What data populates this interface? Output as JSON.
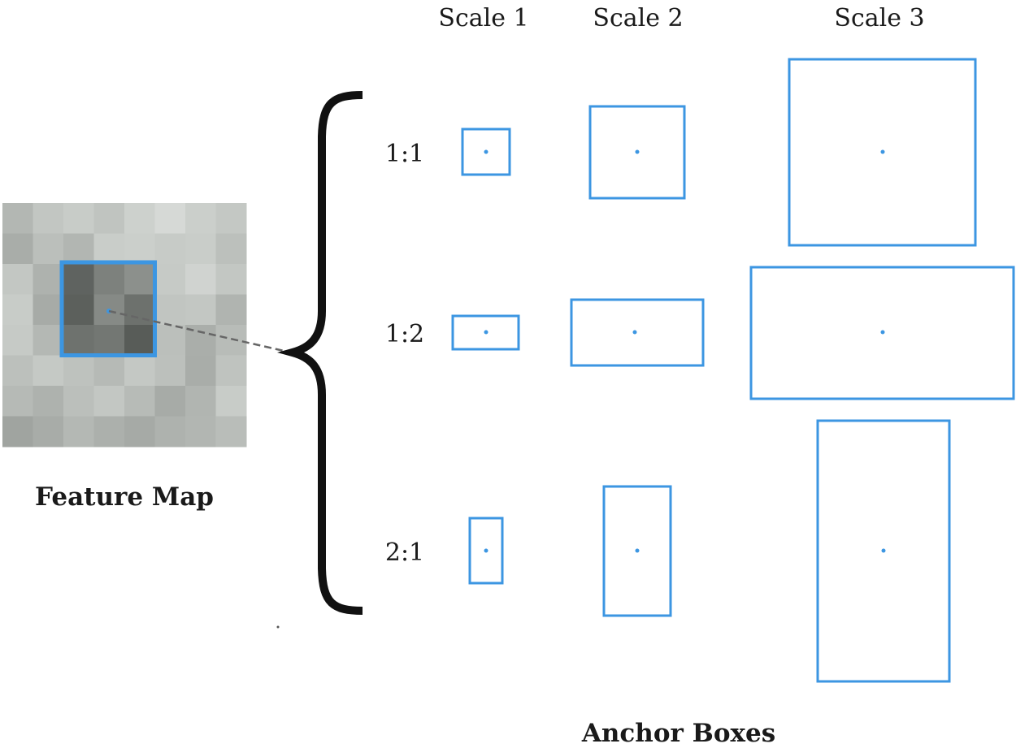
{
  "columns": [
    "Scale 1",
    "Scale 2",
    "Scale 3"
  ],
  "rows": [
    "1:1",
    "1:2",
    "2:1"
  ],
  "feature_map_label": "Feature Map",
  "anchor_boxes_label": "Anchor Boxes",
  "colors": {
    "anchor_box": "#3c96e2",
    "brace": "#111111",
    "text": "#1a1a1a",
    "connector": "#666666"
  },
  "feature_map": {
    "grid_size": 8,
    "highlight_size": 3,
    "shades": [
      [
        "#b3b7b3",
        "#c2c6c2",
        "#c8ccc8",
        "#c0c4c0",
        "#cdd1cd",
        "#d6d9d6",
        "#cbcfcb",
        "#c4c8c4"
      ],
      [
        "#a9ada9",
        "#bbbfbb",
        "#b2b6b2",
        "#c9cdc9",
        "#cbcfcb",
        "#c7cbc7",
        "#c9cdc9",
        "#bcc0bc"
      ],
      [
        "#c3c7c3",
        "#aeb2ae",
        "#5f6360",
        "#7d817d",
        "#8c908c",
        "#c6cac6",
        "#d0d3d0",
        "#c3c7c3"
      ],
      [
        "#c8ccc8",
        "#a7aba7",
        "#5c605c",
        "#868a86",
        "#6d716d",
        "#c1c5c1",
        "#c3c7c3",
        "#b0b4b0"
      ],
      [
        "#c6cac6",
        "#b4b8b4",
        "#6e726e",
        "#737773",
        "#585c58",
        "#bbbfbb",
        "#aaaeaa",
        "#b8bcb8"
      ],
      [
        "#bcc0bc",
        "#c5c9c5",
        "#bec2be",
        "#b6bab6",
        "#c4c8c4",
        "#bcc0bc",
        "#a9ada9",
        "#bfc3bf"
      ],
      [
        "#b6bab6",
        "#aeb2ae",
        "#bbbfbb",
        "#c3c7c3",
        "#b7bbb7",
        "#a7aba7",
        "#b1b5b1",
        "#c8ccc8"
      ],
      [
        "#a0a4a0",
        "#a8aca8",
        "#b4b8b4",
        "#acb0ac",
        "#a6aaa6",
        "#aeb2ae",
        "#b2b6b2",
        "#b9bdb9"
      ]
    ]
  }
}
